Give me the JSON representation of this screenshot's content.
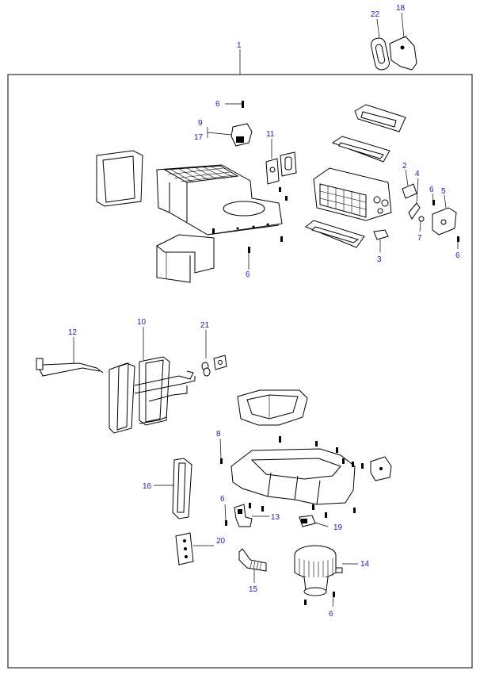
{
  "colors": {
    "label": "#1a1aa6",
    "line": "#000000",
    "background": "#ffffff"
  },
  "callouts": {
    "c1": "1",
    "c2": "2",
    "c3": "3",
    "c4": "4",
    "c5": "5",
    "c6": "6",
    "c7": "7",
    "c8": "8",
    "c9": "9",
    "c10": "10",
    "c11": "11",
    "c12": "12",
    "c13": "13",
    "c14": "14",
    "c15": "15",
    "c16": "16",
    "c17": "17",
    "c18": "18",
    "c19": "19",
    "c20": "20",
    "c21": "21",
    "c22": "22"
  }
}
